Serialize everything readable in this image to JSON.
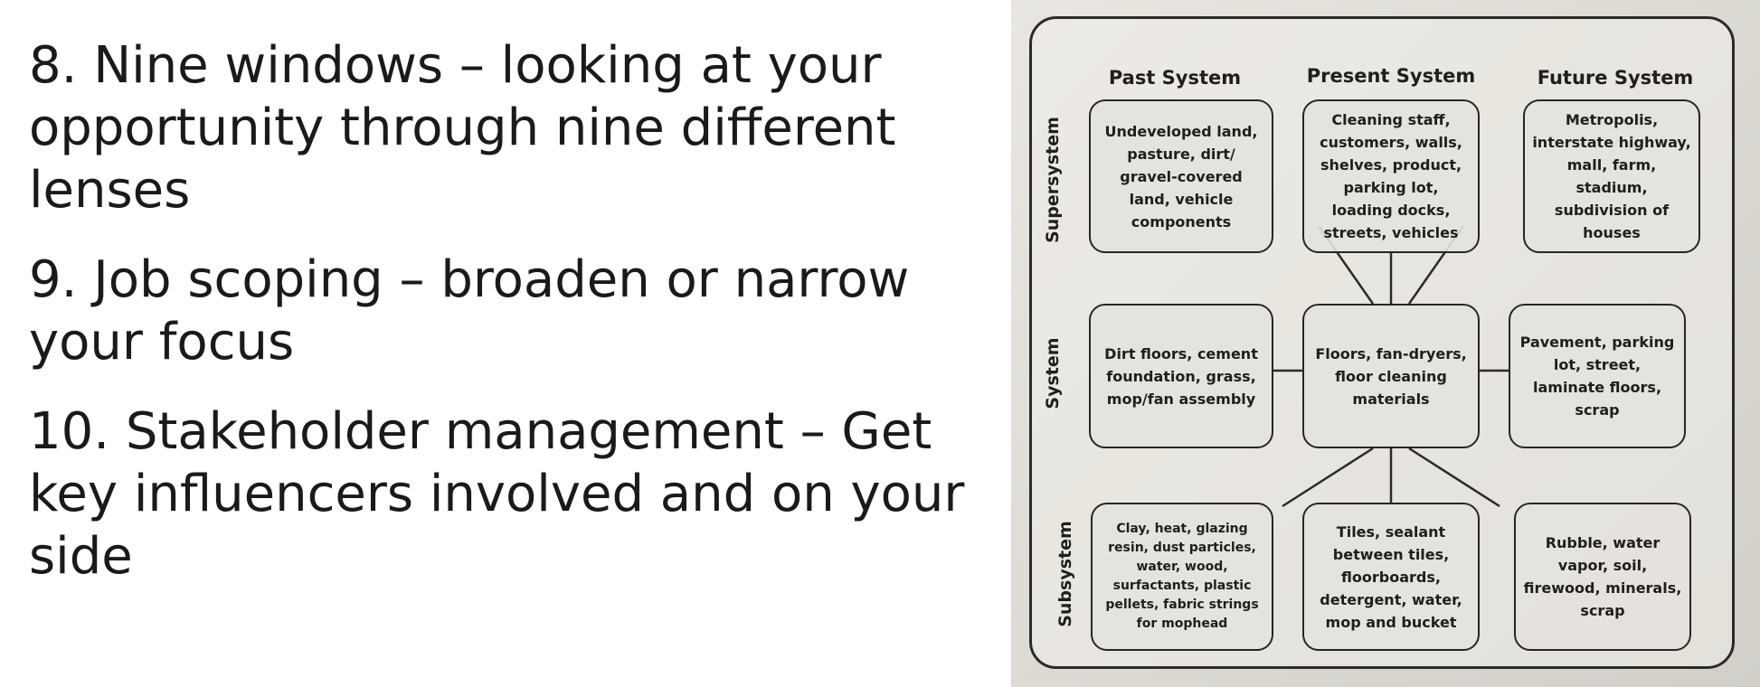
{
  "bullets": [
    "8. Nine windows – looking at your opportunity through nine different lenses",
    "9. Job scoping – broaden or narrow your focus",
    "10. Stakeholder management – Get key influencers involved and on your side"
  ],
  "diagram": {
    "columns": [
      "Past System",
      "Present System",
      "Future System"
    ],
    "rows": [
      "Supersystem",
      "System",
      "Subsystem"
    ],
    "cells": {
      "supersystem_past": "Undeveloped land, pasture, dirt/ gravel-covered land, vehicle components",
      "supersystem_present": "Cleaning staff, customers, walls, shelves, product, parking lot, loading docks, streets, vehicles",
      "supersystem_future": "Metropolis, interstate highway, mall, farm, stadium, subdivision of houses",
      "system_past": "Dirt floors, cement foundation, grass, mop/fan assembly",
      "system_present": "Floors, fan-dryers, floor cleaning materials",
      "system_future": "Pavement, parking lot, street, laminate floors, scrap",
      "subsystem_past": "Clay, heat, glazing resin, dust particles, water, wood, surfactants, plastic pellets, fabric strings for mophead",
      "subsystem_present": "Tiles, sealant between tiles, floorboards, detergent, water, mop and bucket",
      "subsystem_future": "Rubble, water vapor, soil, firewood, minerals, scrap"
    }
  }
}
